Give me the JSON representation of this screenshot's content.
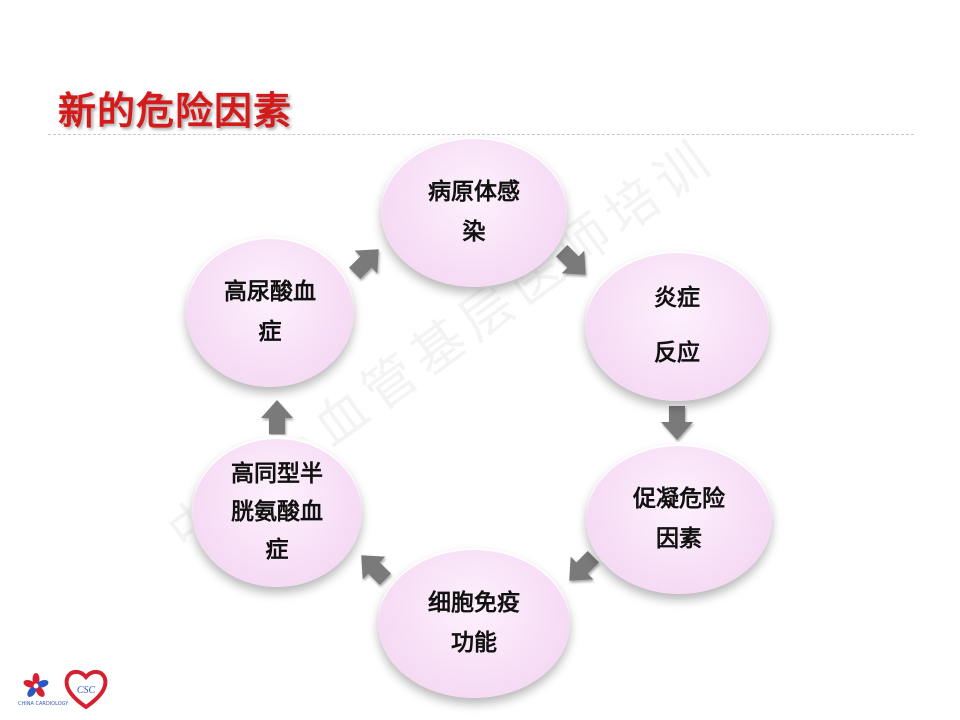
{
  "slide": {
    "title": "新的危险因素",
    "watermark": "中国心血管基层医师培训"
  },
  "diagram": {
    "type": "cycle",
    "nodes": [
      {
        "id": "pathogen",
        "label": "病原体感\n染"
      },
      {
        "id": "inflammation",
        "label": "炎症\n反应"
      },
      {
        "id": "procoagulant",
        "label": "促凝危险\n因素"
      },
      {
        "id": "immunity",
        "label": "细胞免疫\n功能"
      },
      {
        "id": "homocysteine",
        "label": "高同型半\n胱氨酸血\n症"
      },
      {
        "id": "hyperuricemia",
        "label": "高尿酸血\n症"
      }
    ],
    "arrow_color": "#7a7a7a",
    "node_color": "#f7dff6"
  },
  "logos": {
    "left_caption": "CHINA CARDIOLOGY",
    "right_text": "CSC",
    "right_color": "#d6202f"
  }
}
